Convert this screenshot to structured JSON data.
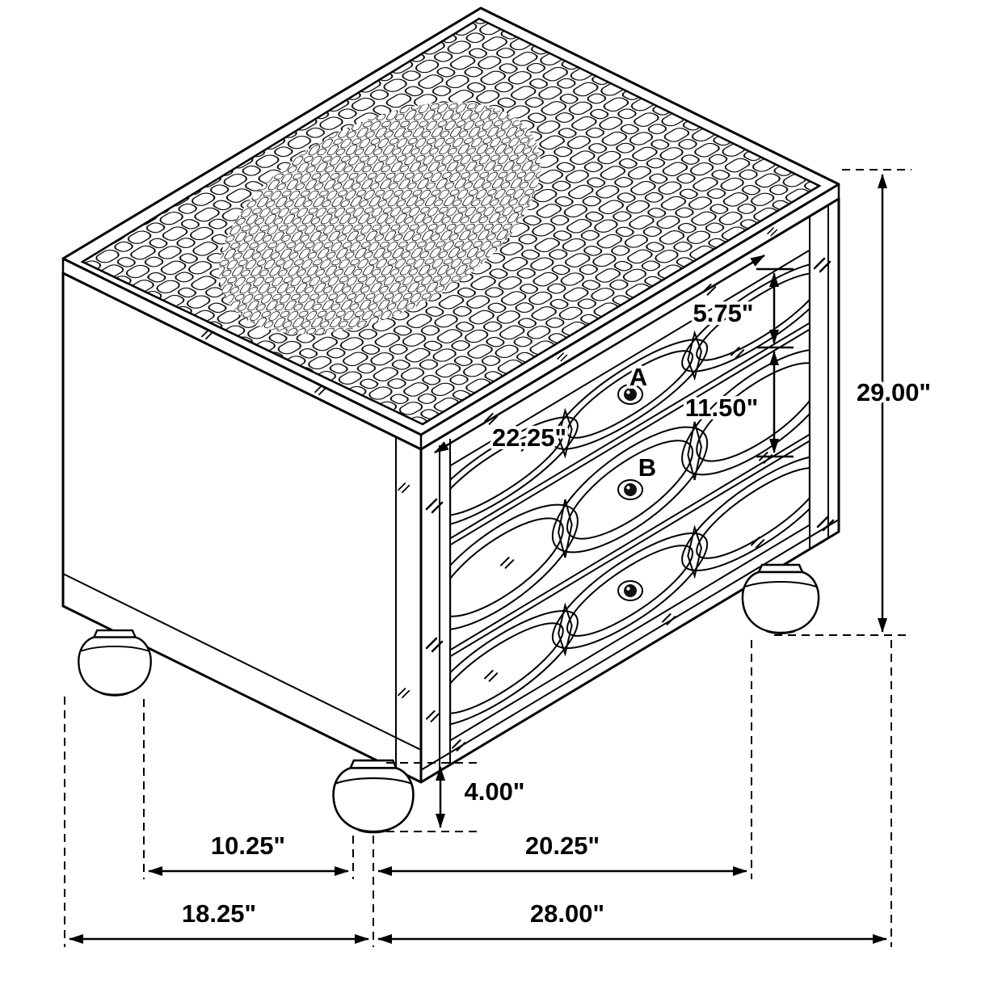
{
  "diagram": {
    "title": "3-drawer mirrored nightstand dimension drawing",
    "colors": {
      "line": "#000000",
      "accent": "#cc0000",
      "background": "#ffffff"
    },
    "labels": {
      "drawer_a": "A",
      "drawer_b": "B"
    },
    "dimensions": {
      "drawer_a_height": "5.75\"",
      "drawer_b_height": "11.50\"",
      "overall_height": "29.00\"",
      "front_top_width": "22.25\"",
      "foot_height": "4.00\"",
      "feet_inner_depth": "10.25\"",
      "feet_inner_width": "20.25\"",
      "overall_depth": "18.25\"",
      "overall_width": "28.00\""
    }
  }
}
